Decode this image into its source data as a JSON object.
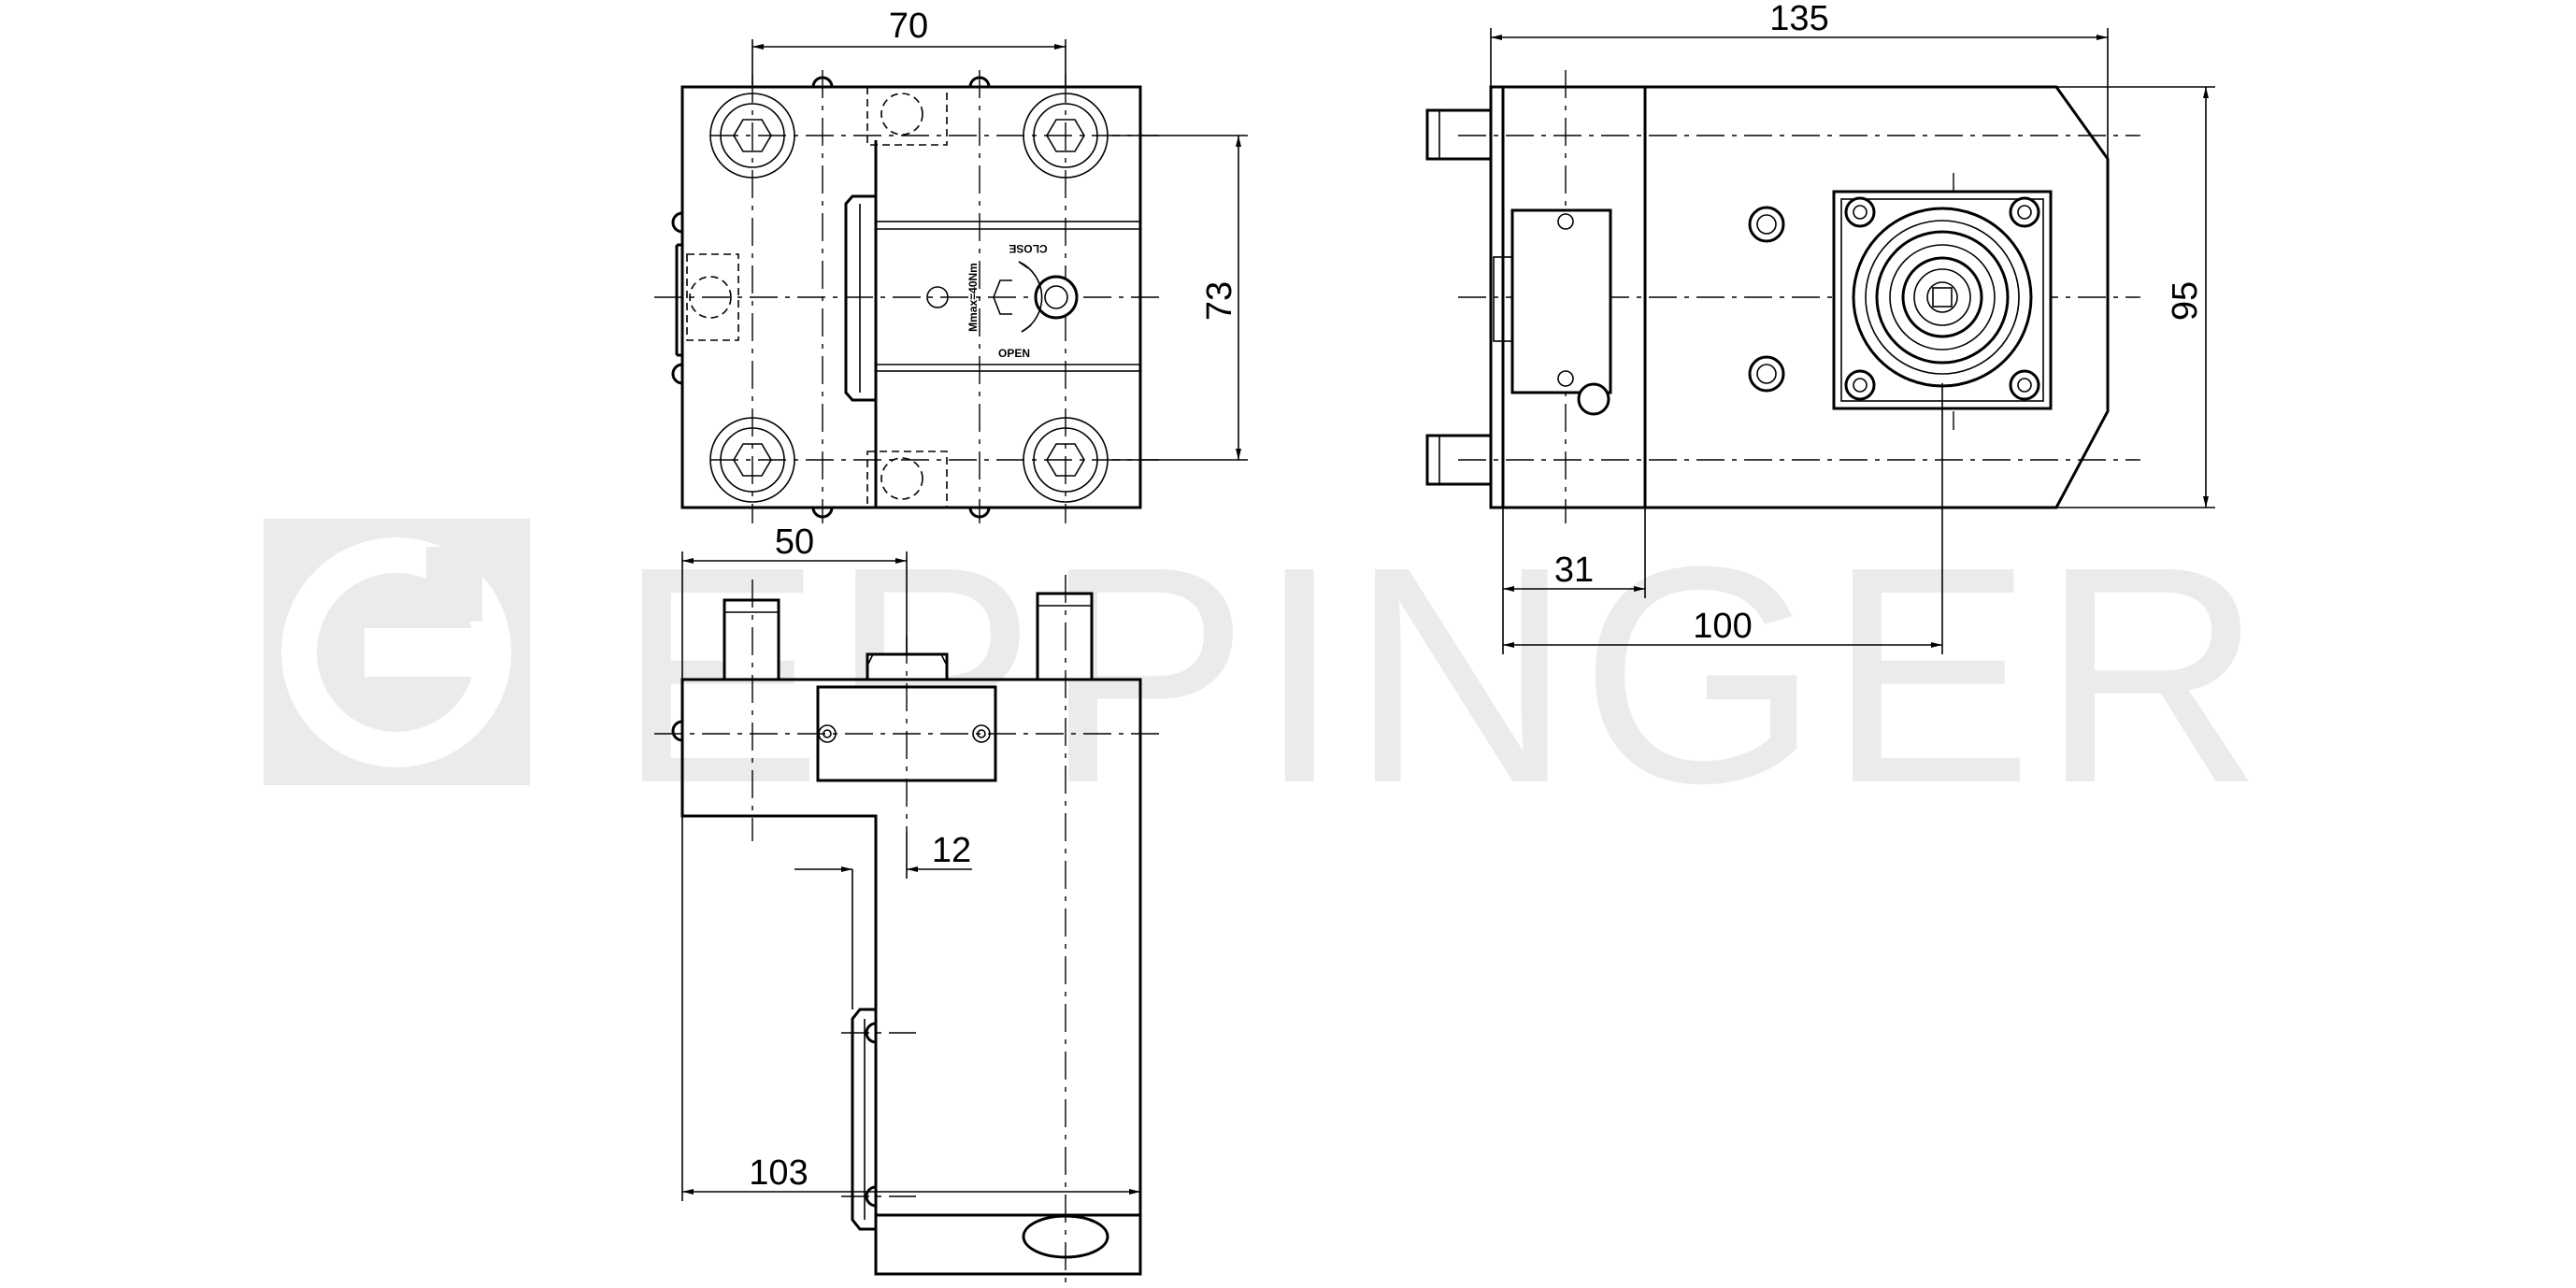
{
  "watermark": {
    "text": "EPPINGER",
    "color": "#ebebeb"
  },
  "dimensions": {
    "top_view_width": "70",
    "top_view_height": "73",
    "side_view_length": "135",
    "side_view_height": "95",
    "side_view_offset_31": "31",
    "side_view_offset_100": "100",
    "front_view_width": "50",
    "front_view_step": "12",
    "front_view_length": "103"
  },
  "labels": {
    "close": "CLOSE",
    "open": "OPEN",
    "torque": "Mmax=40Nm"
  },
  "colors": {
    "line": "#000000",
    "background": "#ffffff"
  }
}
